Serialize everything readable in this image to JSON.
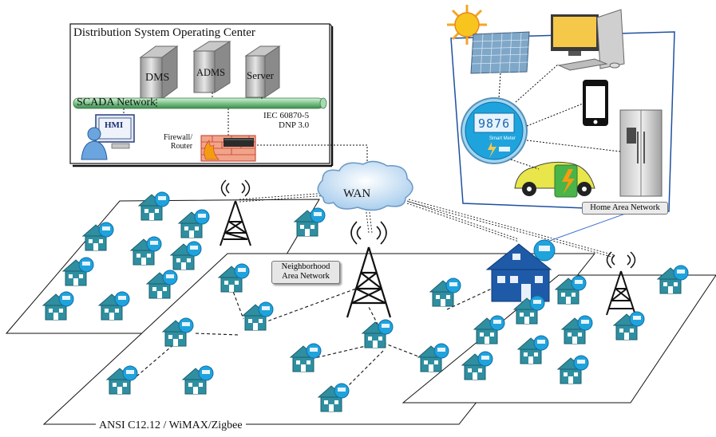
{
  "soc": {
    "title": "Distribution System  Operating  Center",
    "servers": [
      "DMS",
      "ADMS",
      "Server"
    ],
    "network": "SCADA Network",
    "hmi": "HMI",
    "firewall": "Firewall/\nRouter",
    "protocols": "IEC 60870-5\nDNP 3.0"
  },
  "wan": "WAN",
  "nan": "Neighborhood\nArea Network",
  "han": {
    "label": "Home Area Network",
    "meter_reading": "9876",
    "meter_name": "Smart Meter"
  },
  "bottom_label": "ANSI C12.12 / WiMAX/Zigbee",
  "colors": {
    "scada_pipe": "#7cc38a",
    "house": "#2f8fa1",
    "hub_house": "#1e5aa8",
    "meter": "#1fa3dc",
    "firewall": "#e0473a"
  }
}
